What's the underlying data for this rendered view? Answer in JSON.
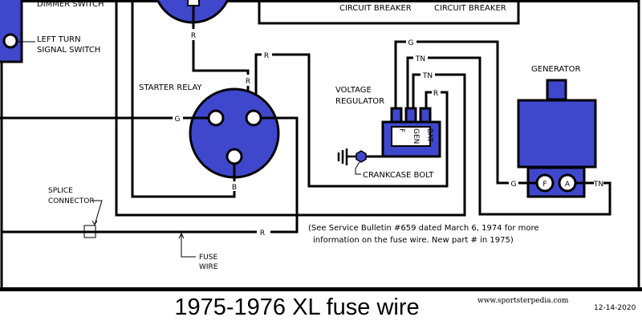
{
  "title": "1975-1976 XL fuse wire",
  "website": "www.sportsterpedia.com",
  "date": "12-14-2020",
  "labels": {
    "dimmer_switch": "DIMMER SWITCH",
    "left_turn_1": "LEFT TURN",
    "left_turn_2": "SIGNAL SWITCH",
    "circuit_breaker_1": "CIRCUIT BREAKER",
    "circuit_breaker_2": "CIRCUIT BREAKER",
    "starter_relay": "STARTER RELAY",
    "voltage_regulator_1": "VOLTAGE",
    "voltage_regulator_2": "REGULATOR",
    "generator": "GENERATOR",
    "crankcase_bolt": "CRANKCASE BOLT",
    "splice_1": "SPLICE",
    "splice_2": "CONNECTOR",
    "fuse_1": "FUSE",
    "fuse_2": "WIRE"
  },
  "regulator_terminals": [
    "F",
    "GEN",
    "BAT"
  ],
  "generator_terminals": [
    "F",
    "A"
  ],
  "wire_labels": {
    "r1": "R",
    "r2": "R",
    "r3": "R",
    "r4": "R",
    "r5": "R",
    "g1": "G",
    "g2": "G",
    "g3": "G",
    "tn1": "TN",
    "tn2": "TN",
    "tn3": "TN",
    "b": "B"
  },
  "note": {
    "line1": "(See Service Bulletin #659 dated March 6, 1974 for more",
    "line2": "information on the fuse wire. New  part # in 1975)"
  },
  "colors": {
    "component": "#3f48cc"
  }
}
